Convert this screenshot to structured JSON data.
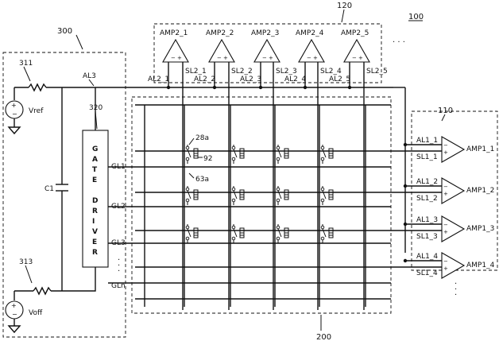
{
  "labels": {
    "ref_100": "100",
    "ref_120": "120",
    "ref_110": "110",
    "ref_300": "300",
    "ref_200": "200",
    "ref_311": "311",
    "ref_313": "313",
    "ref_320": "320",
    "al3": "AL3",
    "vref": "Vref",
    "voff": "Voff",
    "c1": "C1",
    "gl1": "GL1",
    "gl2": "GL2",
    "gl3": "GL3",
    "gln": "GLn",
    "cell_28a": "28a",
    "cell_92": "92",
    "cell_63a": "63a",
    "top_ellipsis": "· · ·",
    "gate_driver": [
      "G",
      "A",
      "T",
      "E",
      "",
      "D",
      "R",
      "I",
      "V",
      "E",
      "R"
    ]
  },
  "amp2": [
    {
      "name": "AMP2_1",
      "al": "AL2_1",
      "sl": "SL2_1"
    },
    {
      "name": "AMP2_2",
      "al": "AL2_2",
      "sl": "SL2_2"
    },
    {
      "name": "AMP2_3",
      "al": "AL2_3",
      "sl": "SL2_3"
    },
    {
      "name": "AMP2_4",
      "al": "AL2_4",
      "sl": "SL2_4"
    },
    {
      "name": "AMP2_5",
      "al": "AL2_5",
      "sl": "SL2_5"
    }
  ],
  "amp1": [
    {
      "name": "AMP1_1",
      "al": "AL1_1",
      "sl": "SL1_1"
    },
    {
      "name": "AMP1_2",
      "al": "AL1_2",
      "sl": "SL1_2"
    },
    {
      "name": "AMP1_3",
      "al": "AL1_3",
      "sl": "SL1_3"
    },
    {
      "name": "AMP1_4",
      "al": "AL1_4",
      "sl": "SL1_4"
    }
  ]
}
